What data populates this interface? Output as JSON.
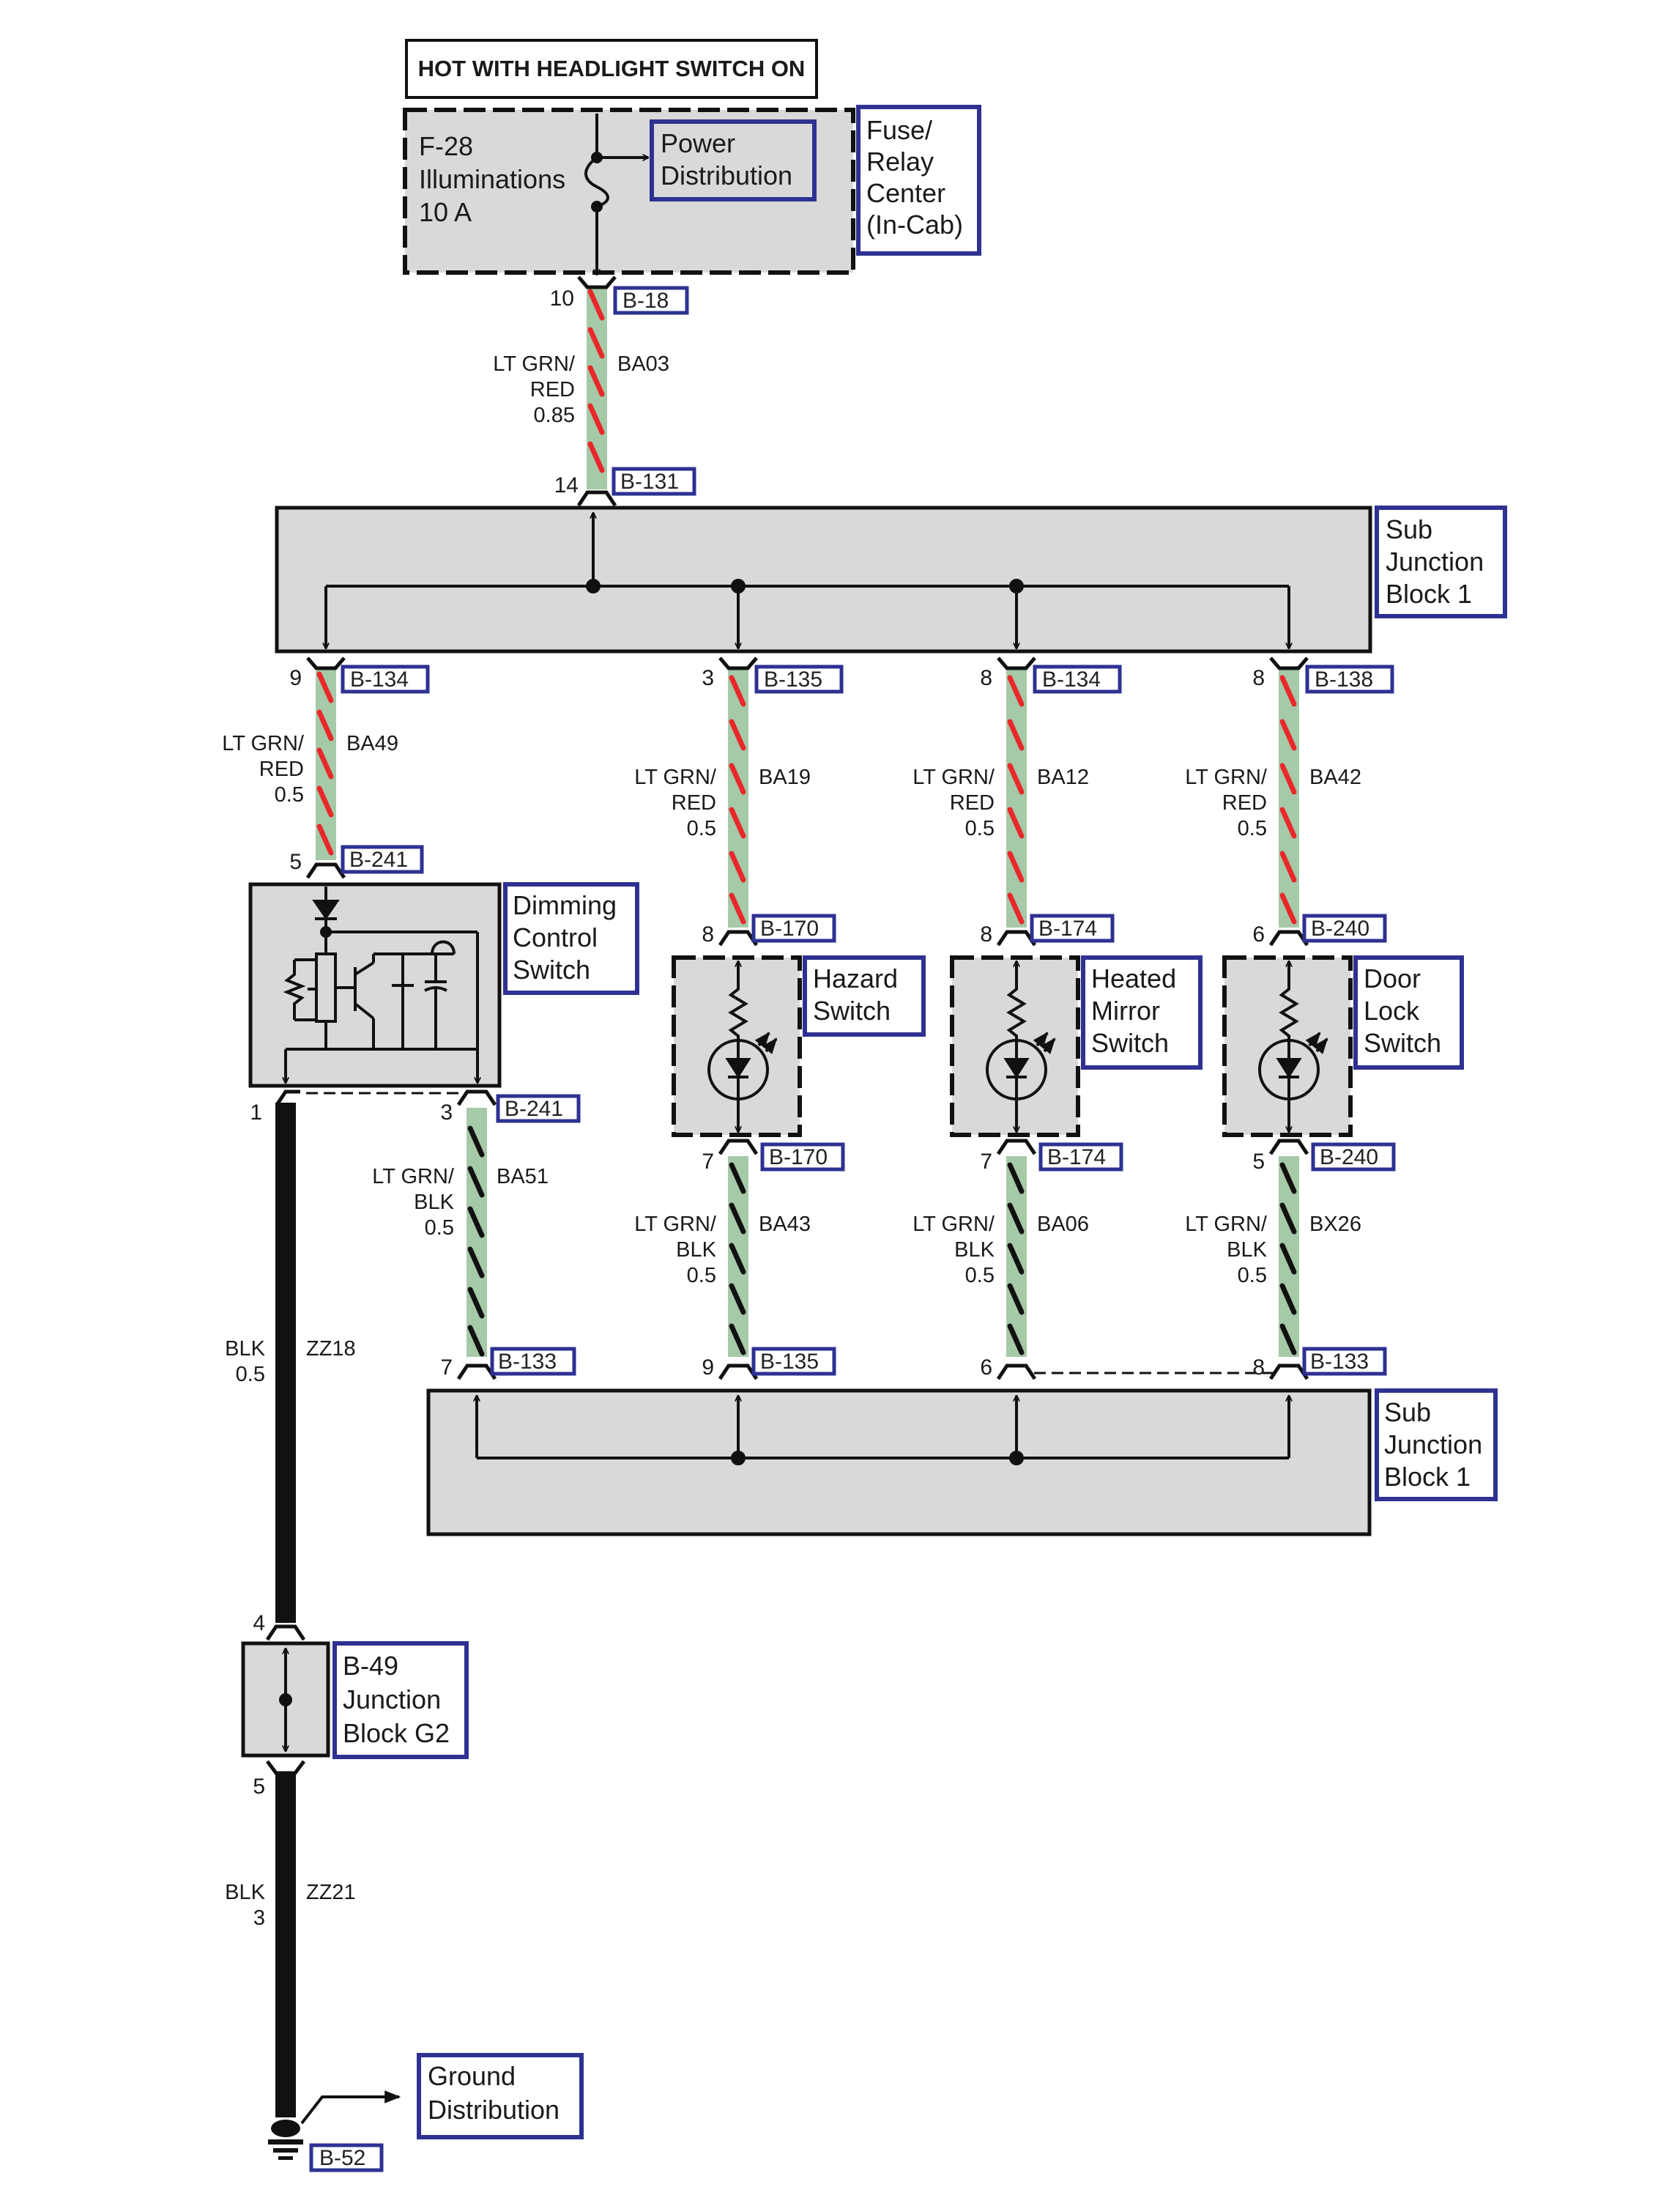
{
  "colors": {
    "wire_base": "#a6c9a8",
    "stripe_red": "#e8282b",
    "stripe_black": "#111111",
    "component_fill": "#d9d9d9",
    "link_border": "#2e3192",
    "ground_wire": "#111111"
  },
  "header": "HOT WITH HEADLIGHT SWITCH ON",
  "fuse_box": {
    "lines": [
      "F-28",
      "Illuminations",
      "10 A"
    ],
    "power_link": [
      "Power",
      "Distribution"
    ],
    "center_label": [
      "Fuse/",
      "Relay",
      "Center",
      "(In-Cab)"
    ]
  },
  "feed": {
    "top_pin": "10",
    "top_conn": "B-18",
    "wire_color": [
      "LT GRN/",
      "RED",
      "0.85"
    ],
    "circuit": "BA03",
    "bottom_pin": "14",
    "bottom_conn": "B-131"
  },
  "junction_top": {
    "label": [
      "Sub",
      "Junction",
      "Block 1"
    ]
  },
  "branches": [
    {
      "top_pin": "9",
      "top_conn": "B-134",
      "wire_color": [
        "LT GRN/",
        "RED",
        "0.5"
      ],
      "circuit": "BA49",
      "bottom_pin": "5",
      "bottom_conn": "B-241",
      "component": [
        "Dimming",
        "Control",
        "Switch"
      ],
      "out_pin": "3",
      "out_conn": "B-241",
      "out_wire_color": [
        "LT GRN/",
        "BLK",
        "0.5"
      ],
      "out_circuit": "BA51",
      "sjb_pin": "7",
      "sjb_conn": "B-133"
    },
    {
      "top_pin": "3",
      "top_conn": "B-135",
      "wire_color": [
        "LT GRN/",
        "RED",
        "0.5"
      ],
      "circuit": "BA19",
      "bottom_pin": "8",
      "bottom_conn": "B-170",
      "component": [
        "Hazard",
        "Switch"
      ],
      "out_pin": "7",
      "out_conn": "B-170",
      "out_wire_color": [
        "LT GRN/",
        "BLK",
        "0.5"
      ],
      "out_circuit": "BA43",
      "sjb_pin": "9",
      "sjb_conn": "B-135"
    },
    {
      "top_pin": "8",
      "top_conn": "B-134",
      "wire_color": [
        "LT GRN/",
        "RED",
        "0.5"
      ],
      "circuit": "BA12",
      "bottom_pin": "8",
      "bottom_conn": "B-174",
      "component": [
        "Heated",
        "Mirror",
        "Switch"
      ],
      "out_pin": "7",
      "out_conn": "B-174",
      "out_wire_color": [
        "LT GRN/",
        "BLK",
        "0.5"
      ],
      "out_circuit": "BA06",
      "sjb_pin": "6",
      "sjb_conn": ""
    },
    {
      "top_pin": "8",
      "top_conn": "B-138",
      "wire_color": [
        "LT GRN/",
        "RED",
        "0.5"
      ],
      "circuit": "BA42",
      "bottom_pin": "6",
      "bottom_conn": "B-240",
      "component": [
        "Door",
        "Lock",
        "Switch"
      ],
      "out_pin": "5",
      "out_conn": "B-240",
      "out_wire_color": [
        "LT GRN/",
        "BLK",
        "0.5"
      ],
      "out_circuit": "BX26",
      "sjb_pin": "8",
      "sjb_conn": "B-133"
    }
  ],
  "junction_bottom": {
    "label": [
      "Sub",
      "Junction",
      "Block 1"
    ]
  },
  "ground_path": {
    "dimmer_pin": "1",
    "wire1_color": [
      "BLK",
      "0.5"
    ],
    "wire1_circuit": "ZZ18",
    "jb_top_pin": "4",
    "jb_label": [
      "B-49",
      "Junction",
      "Block G2"
    ],
    "jb_bottom_pin": "5",
    "wire2_color": [
      "BLK",
      "3"
    ],
    "wire2_circuit": "ZZ21",
    "ground_conn": "B-52",
    "ground_link": [
      "Ground",
      "Distribution"
    ]
  }
}
